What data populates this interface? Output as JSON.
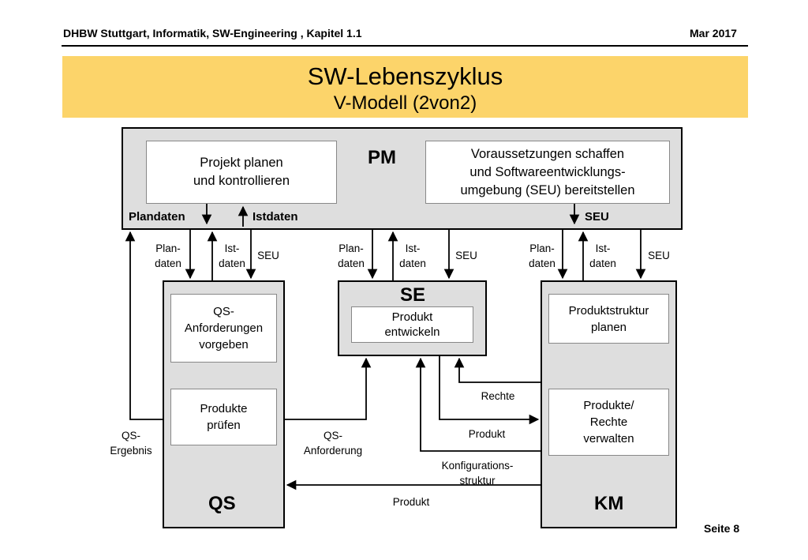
{
  "header": {
    "course": "DHBW Stuttgart, Informatik, SW-Engineering , Kapitel 1.1",
    "date": "Mar 2017"
  },
  "title": {
    "main": "SW-Lebenszyklus",
    "sub": "V-Modell (2von2)"
  },
  "pm": {
    "label": "PM",
    "box_left": "Projekt planen\nund kontrollieren",
    "box_right": "Voraussetzungen schaffen\nund Softwareentwicklungs-\numgebung (SEU) bereitstellen",
    "plandaten": "Plandaten",
    "istdaten": "Istdaten",
    "seu": "SEU"
  },
  "flows": {
    "plan": "Plan-\ndaten",
    "ist": "Ist-\ndaten",
    "seu": "SEU"
  },
  "qs": {
    "label": "QS",
    "box_top": "QS-\nAnforderungen\nvorgeben",
    "box_bottom": "Produkte\nprüfen"
  },
  "se": {
    "label": "SE",
    "box": "Produkt\nentwickeln"
  },
  "km": {
    "label": "KM",
    "box_top": "Produktstruktur\nplanen",
    "box_bottom": "Produkte/\nRechte\nverwalten"
  },
  "edges": {
    "qs_ergebnis": "QS-\nErgebnis",
    "qs_anforderung": "QS-\nAnforderung",
    "rechte": "Rechte",
    "produkt_mid": "Produkt",
    "konfig": "Konfigurations-\nstruktur",
    "produkt_bottom": "Produkt"
  },
  "footer": {
    "page": "Seite 8"
  }
}
